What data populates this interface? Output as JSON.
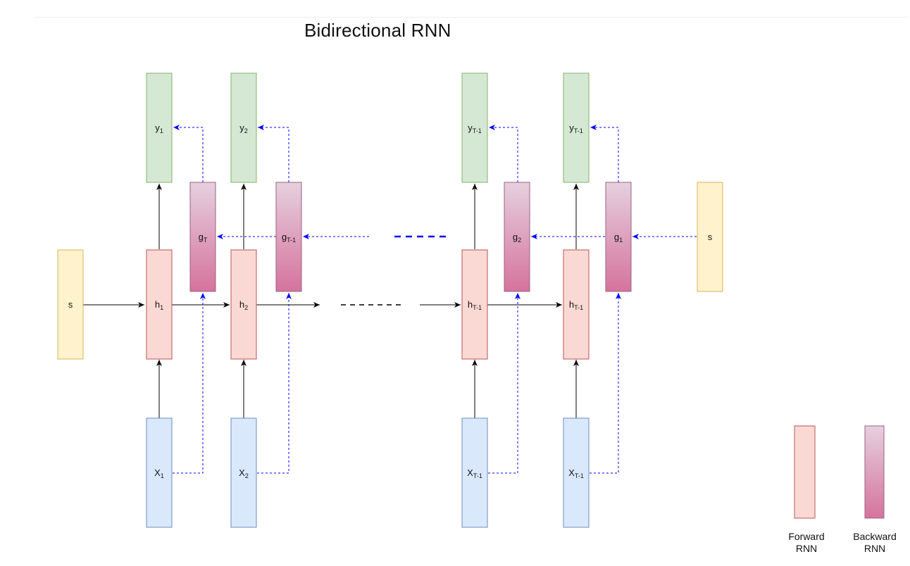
{
  "title": "Bidirectional RNN",
  "colors": {
    "forward_fill": "#fad9d5",
    "forward_stroke": "#b85450",
    "output_fill": "#d5e8d4",
    "output_stroke": "#82b366",
    "input_fill": "#dae8fc",
    "input_stroke": "#6c8ebf",
    "state_fill": "#fff2cc",
    "state_stroke": "#d6b656",
    "backward_top": "#e6d0de",
    "backward_bottom": "#d5739d",
    "backward_stroke": "#996185",
    "backward_arrow": "#0000ff",
    "forward_arrow": "#000000"
  },
  "diagram": {
    "initial_state_left": "s",
    "initial_state_right": "s",
    "ellipsis": "- - - - -",
    "columns": [
      {
        "y": [
          "y",
          "1"
        ],
        "g": [
          "g",
          "T"
        ],
        "h": [
          "h",
          "1"
        ],
        "x": [
          "X",
          "1"
        ]
      },
      {
        "y": [
          "y",
          "2"
        ],
        "g": [
          "g",
          "T-1"
        ],
        "h": [
          "h",
          "2"
        ],
        "x": [
          "X",
          "2"
        ]
      },
      {
        "y": [
          "y",
          "T-1"
        ],
        "g": [
          "g",
          "2"
        ],
        "h": [
          "h",
          "T-1"
        ],
        "x": [
          "X",
          "T-1"
        ]
      },
      {
        "y": [
          "y",
          "T-1"
        ],
        "g": [
          "g",
          "1"
        ],
        "h": [
          "h",
          "T-1"
        ],
        "x": [
          "X",
          "T-1"
        ]
      }
    ]
  },
  "legend": {
    "forward": [
      "Forward",
      "RNN"
    ],
    "backward": [
      "Backward",
      "RNN"
    ]
  }
}
